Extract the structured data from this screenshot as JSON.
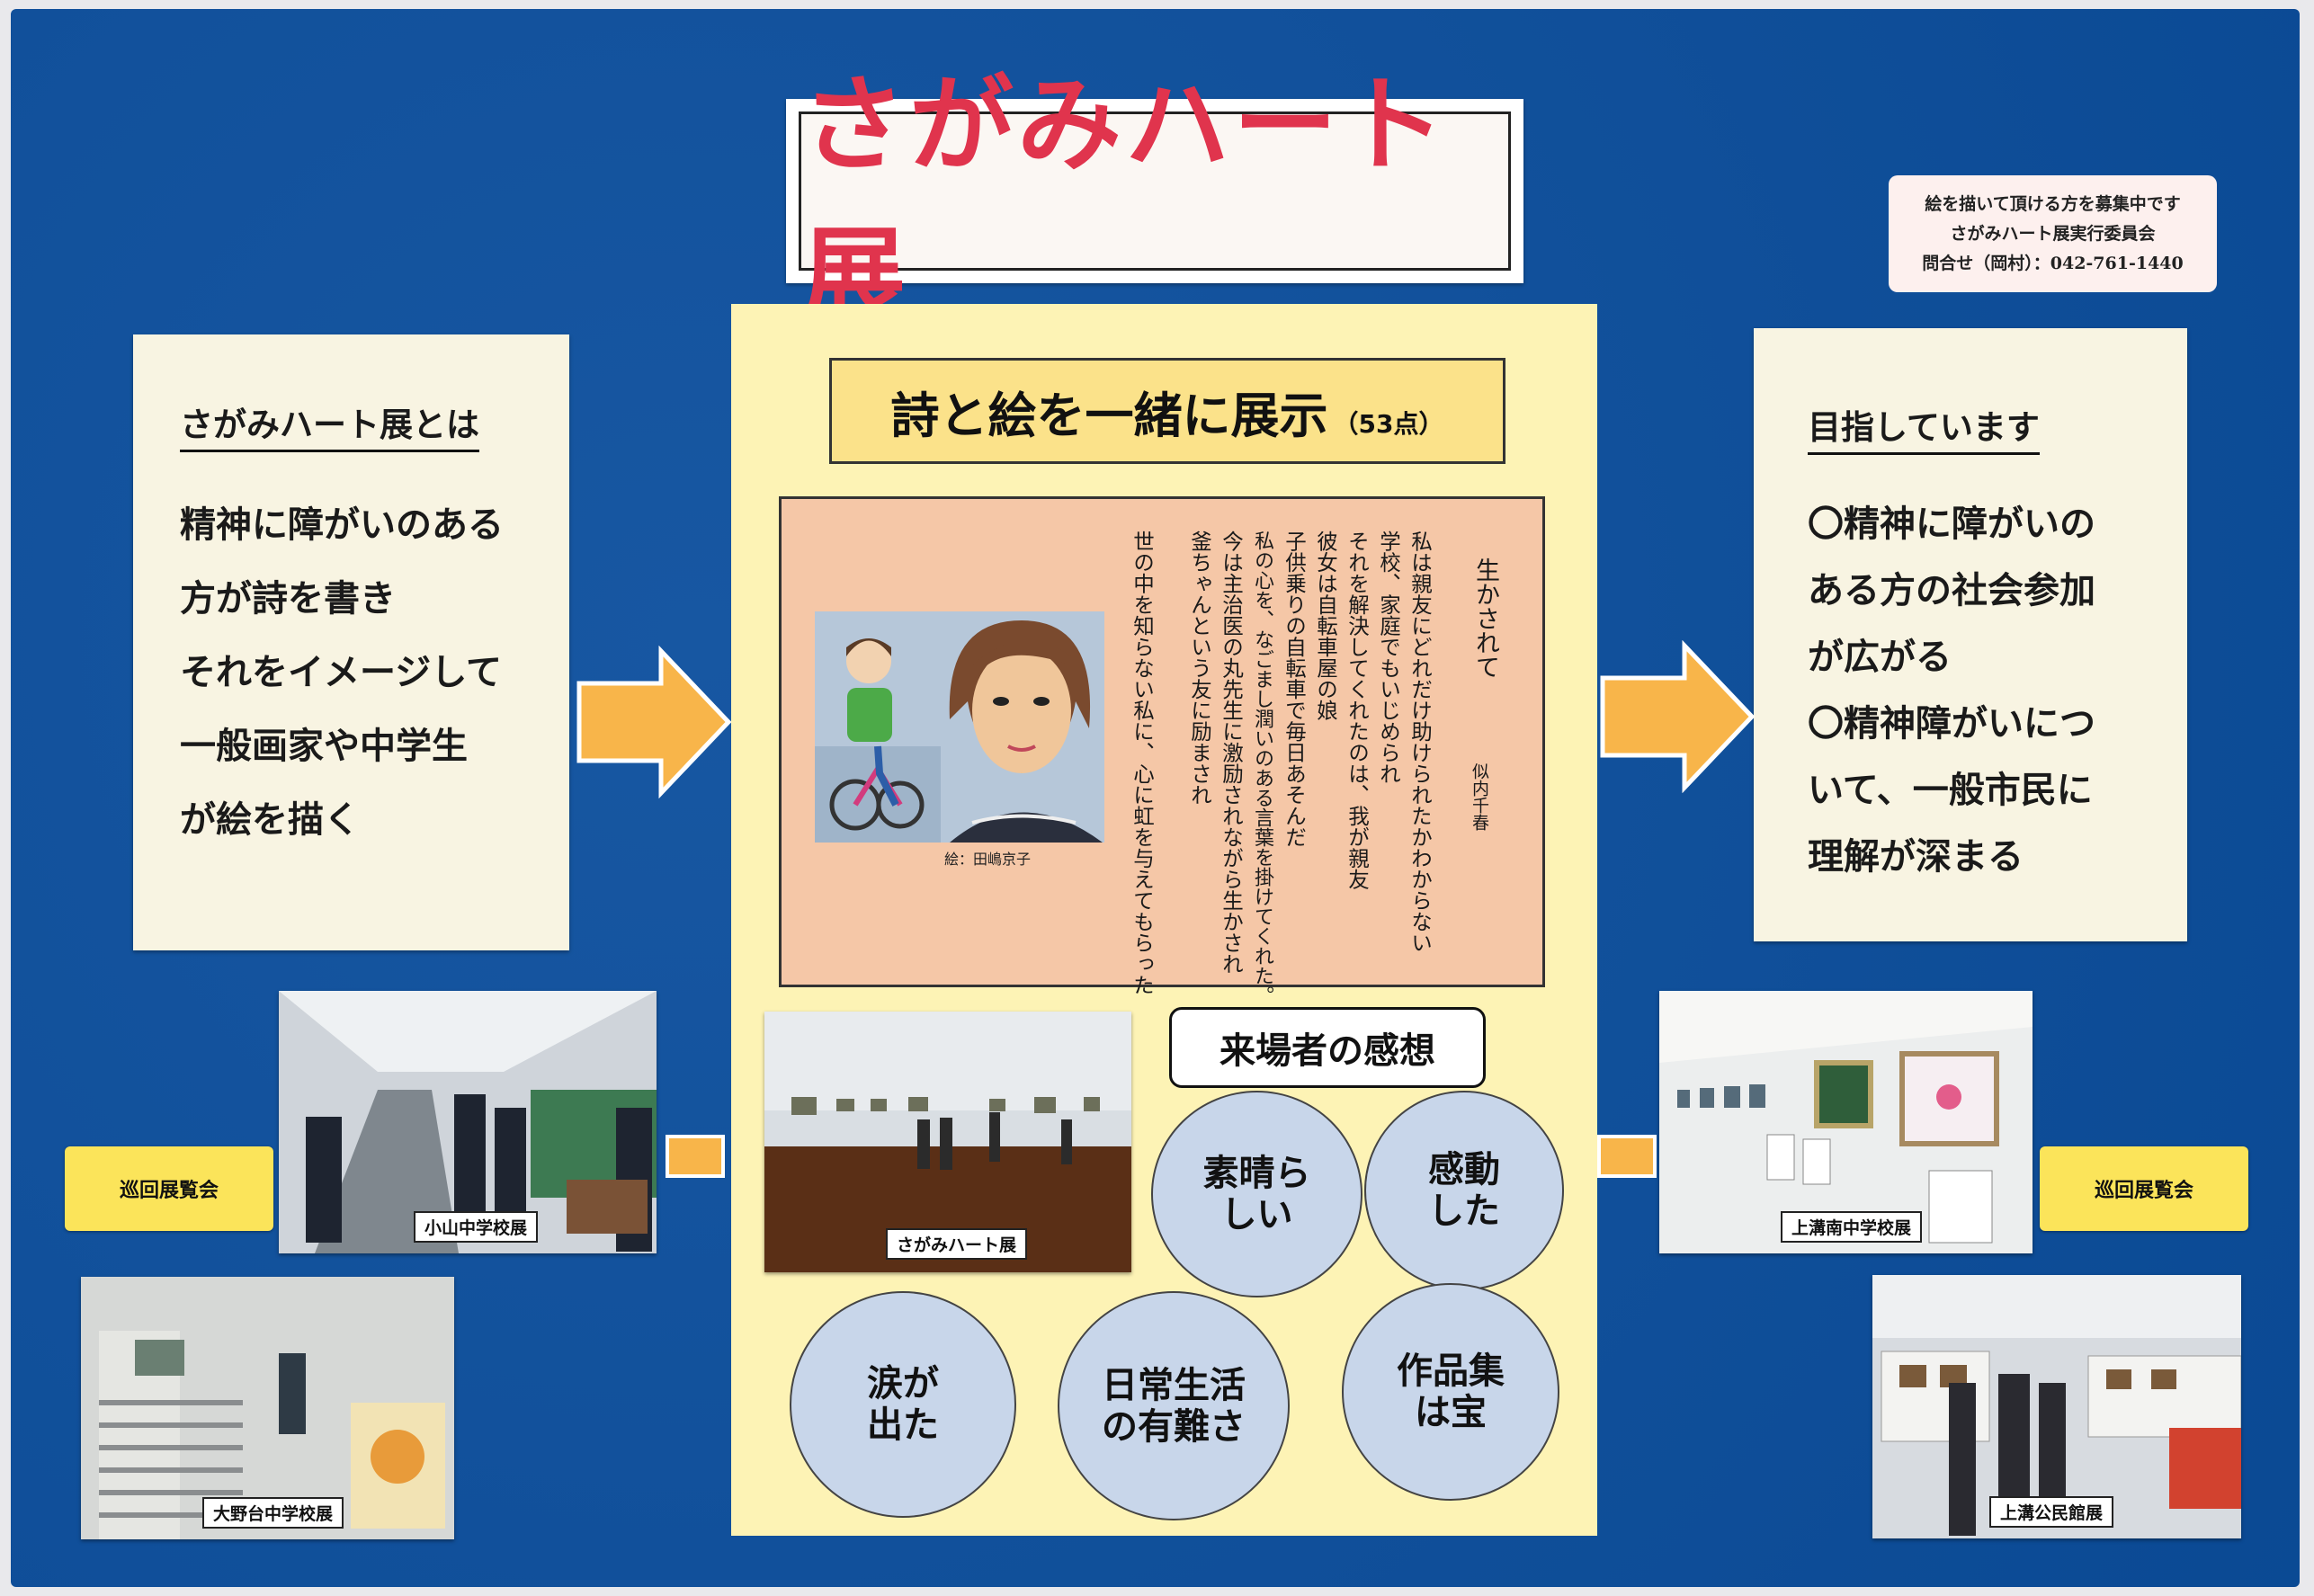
{
  "title": "さがみハート展",
  "recruit": {
    "line1": "絵を描いて頂ける方を募集中です",
    "line2": "さがみハート展実行委員会",
    "line3": "問合せ（岡村）：042-761-1440"
  },
  "about": {
    "heading": "さがみハート展とは",
    "lines": [
      "精神に障がいのある",
      "方が詩を書き",
      "それをイメージして",
      "一般画家や中学生",
      "が絵を描く"
    ]
  },
  "goals": {
    "heading": "目指しています",
    "lines": [
      "〇精神に障がいの",
      "ある方の社会参加",
      "が広がる",
      "〇精神障がいにつ",
      "いて、一般市民に",
      "理解が深まる"
    ]
  },
  "exhibit": {
    "heading": "詩と絵を一緒に展示",
    "count": "（53点）"
  },
  "poem": {
    "title": "生かされて",
    "author": "似内千春",
    "lines": [
      "私は親友にどれだけ助けられたかわからない",
      "学校、家庭でもいじめられ",
      "それを解決してくれたのは、我が親友",
      "彼女は自転車屋の娘",
      "子供乗りの自転車で毎日あそんだ",
      "私の心を、なごまし潤いのある言葉を掛けてくれた。",
      "今は主治医の丸先生に激励されながら生かされ",
      "釜ちゃんという友に励まされ",
      "世の中を知らない私に、心に虹を与えてもらった"
    ],
    "art_credit": "絵：田嶋京子"
  },
  "impressions": {
    "heading": "来場者の感想",
    "bubbles": [
      [
        "素晴ら",
        "しい"
      ],
      [
        "感動",
        "した"
      ],
      [
        "涙が",
        "出た"
      ],
      [
        "日常生活",
        "の有難さ"
      ],
      [
        "作品集",
        "は宝"
      ]
    ]
  },
  "photos": {
    "koyama": "小山中学校展",
    "oonodai": "大野台中学校展",
    "sagami": "さがみハート展",
    "kamimizo_minami": "上溝南中学校展",
    "kamimizo_kominkan": "上溝公民館展"
  },
  "tour_tag": "巡回展覧会",
  "colors": {
    "board": "#0b4e9d",
    "title_red": "#e0344d",
    "arrow": "#f8b54a",
    "paper": "#f8f4e2",
    "center_panel": "#fdf3b5",
    "poem_panel": "#f5c7a7",
    "bubble": "#c8d6ea",
    "tag": "#fbe45a"
  }
}
